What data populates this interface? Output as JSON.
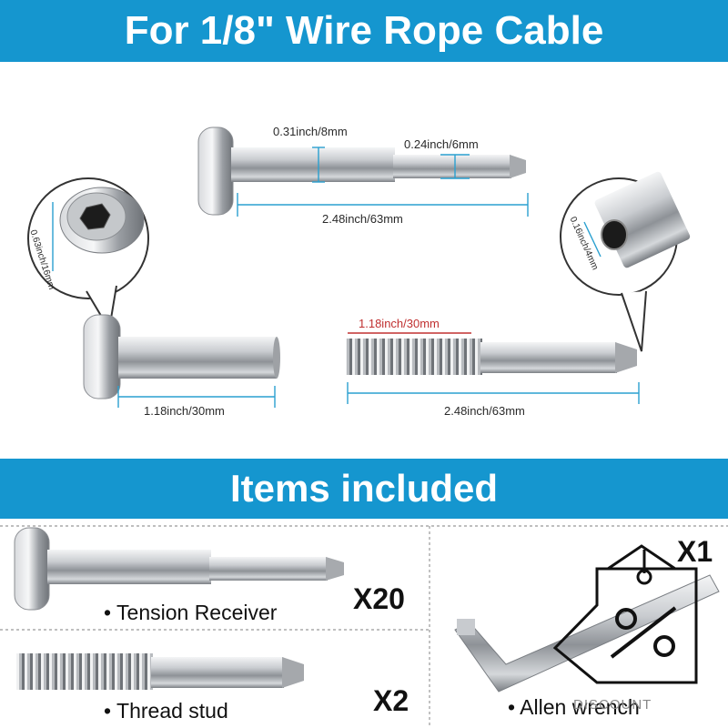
{
  "header": {
    "title": "For 1/8\" Wire Rope Cable"
  },
  "dimensions": {
    "receiver_head_dia": "0.31inch/8mm",
    "receiver_tip_dia": "0.24inch/6mm",
    "receiver_length": "2.48inch/63mm",
    "head_callout": "0.63inch/16mm",
    "hole_callout": "0.16inch/4mm",
    "receiver_short_length": "1.18inch/30mm",
    "stud_thread_length": "1.18inch/30mm",
    "stud_length": "2.48inch/63mm"
  },
  "section": {
    "title": "Items included"
  },
  "items": [
    {
      "label": "• Tension Receiver",
      "qty": "X20"
    },
    {
      "label": "• Thread stud",
      "qty": "X2"
    },
    {
      "label": "• Allen wrench",
      "qty": "X1"
    }
  ],
  "watermark": {
    "text": "DISCOUNT"
  },
  "colors": {
    "banner": "#1596cf",
    "dim_line": "#2aa0d0",
    "metal": "#b9bcc0"
  },
  "icons": [
    "discount-tag-icon",
    "percent-icon"
  ]
}
